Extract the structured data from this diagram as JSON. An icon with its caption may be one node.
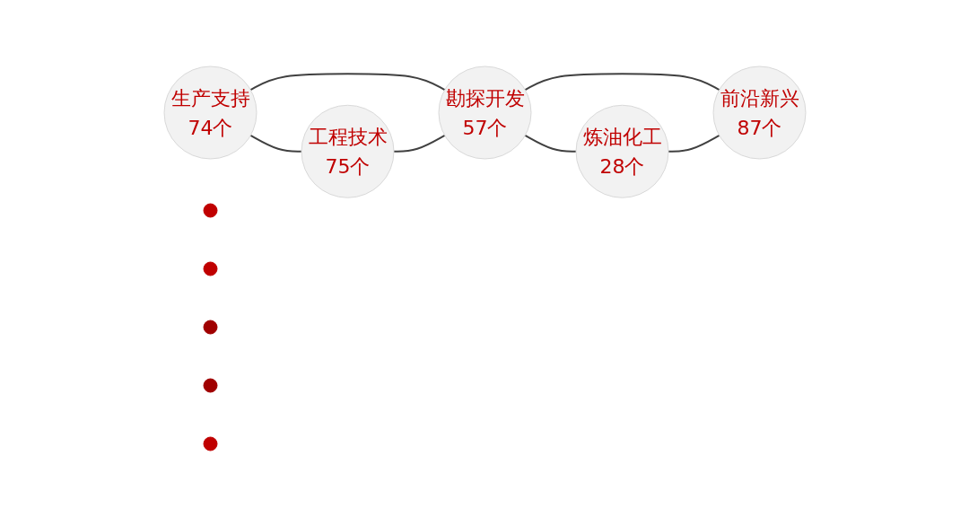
{
  "diagram": {
    "nodes": [
      {
        "text": [
          "生产支持",
          "74个"
        ]
      },
      {
        "text": [
          "炼油化工",
          "28个"
        ]
      },
      {
        "text": [
          "勘探开发",
          "57个"
        ]
      },
      {
        "text": [
          "工程技术",
          "75个"
        ]
      },
      {
        "text": [
          "前沿新兴",
          "87个"
        ]
      },
      {
        "text": [],
        "shape": "circle"
      },
      {
        "text": [],
        "shape": "circle"
      },
      {
        "text": [],
        "shape": "circle"
      },
      {
        "text": [],
        "shape": "circle"
      },
      {
        "text": [],
        "shape": "circle"
      }
    ],
    "edges": [
      {
        "from": 0,
        "to": 2,
        "arrow": "none"
      },
      {
        "from": 0,
        "to": 3,
        "arrow": "none"
      },
      {
        "from": 3,
        "to": 2,
        "arrow": "none"
      },
      {
        "from": 2,
        "to": 1,
        "arrow": "none"
      },
      {
        "from": 2,
        "to": 4,
        "arrow": "none"
      },
      {
        "from": 1,
        "to": 4,
        "arrow": "none"
      }
    ]
  }
}
